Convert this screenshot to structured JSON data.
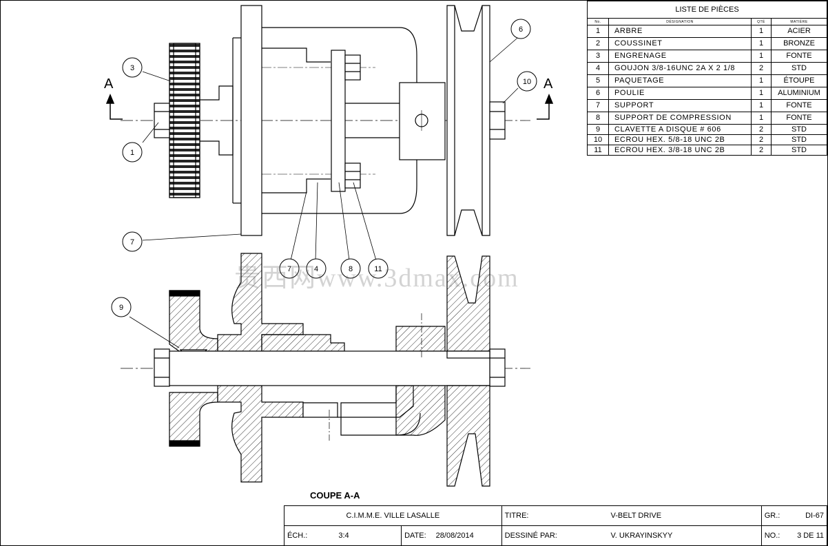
{
  "parts_list": {
    "title": "LISTE DE PIÈCES",
    "headers": [
      "No.",
      "DÉSIGNATION",
      "QTÉ",
      "MATIÈRE"
    ],
    "rows": [
      {
        "no": "1",
        "designation": "ARBRE",
        "qty": "1",
        "material": "ACIER"
      },
      {
        "no": "2",
        "designation": "COUSSINET",
        "qty": "1",
        "material": "BRONZE"
      },
      {
        "no": "3",
        "designation": "ENGRENAGE",
        "qty": "1",
        "material": "FONTE"
      },
      {
        "no": "4",
        "designation": "GOUJON 3/8-16UNC 2A X 2 1/8",
        "qty": "2",
        "material": "STD"
      },
      {
        "no": "5",
        "designation": "PAQUETAGE",
        "qty": "1",
        "material": "ÉTOUPE"
      },
      {
        "no": "6",
        "designation": "POULIE",
        "qty": "1",
        "material": "ALUMINIUM"
      },
      {
        "no": "7",
        "designation": "SUPPORT",
        "qty": "1",
        "material": "FONTE"
      },
      {
        "no": "8",
        "designation": "SUPPORT DE COMPRESSION",
        "qty": "1",
        "material": "FONTE"
      },
      {
        "no": "9",
        "designation": "CLAVETTE A DISQUE # 606",
        "qty": "2",
        "material": "STD"
      },
      {
        "no": "10",
        "designation": "ECROU HEX. 5/8-18 UNC 2B",
        "qty": "2",
        "material": "STD"
      },
      {
        "no": "11",
        "designation": "ECROU HEX. 3/8-18 UNC 2B",
        "qty": "2",
        "material": "STD"
      }
    ]
  },
  "balloons": {
    "b1": "1",
    "b3": "3",
    "b6": "6",
    "b7a": "7",
    "b7b": "7",
    "b4": "4",
    "b8": "8",
    "b11": "11",
    "b9": "9",
    "b10": "10"
  },
  "section_marks": {
    "left": "A",
    "right": "A"
  },
  "section_caption": "COUPE A-A",
  "watermark": "贵西网www.3dmax.com",
  "title_block": {
    "school": "C.I.M.M.E. VILLE  LASALLE",
    "title_label": "TITRE:",
    "title_value": "V-BELT DRIVE",
    "group_label": "GR.:",
    "group_value": "DI-67",
    "scale_label": "ÉCH.:",
    "scale_value": "3:4",
    "date_label": "DATE:",
    "date_value": "28/08/2014",
    "drawn_label": "DESSINÉ PAR:",
    "drawn_value": "V. UKRAYINSKYY",
    "number_label": "NO.:",
    "number_value": "3 DE 11"
  }
}
